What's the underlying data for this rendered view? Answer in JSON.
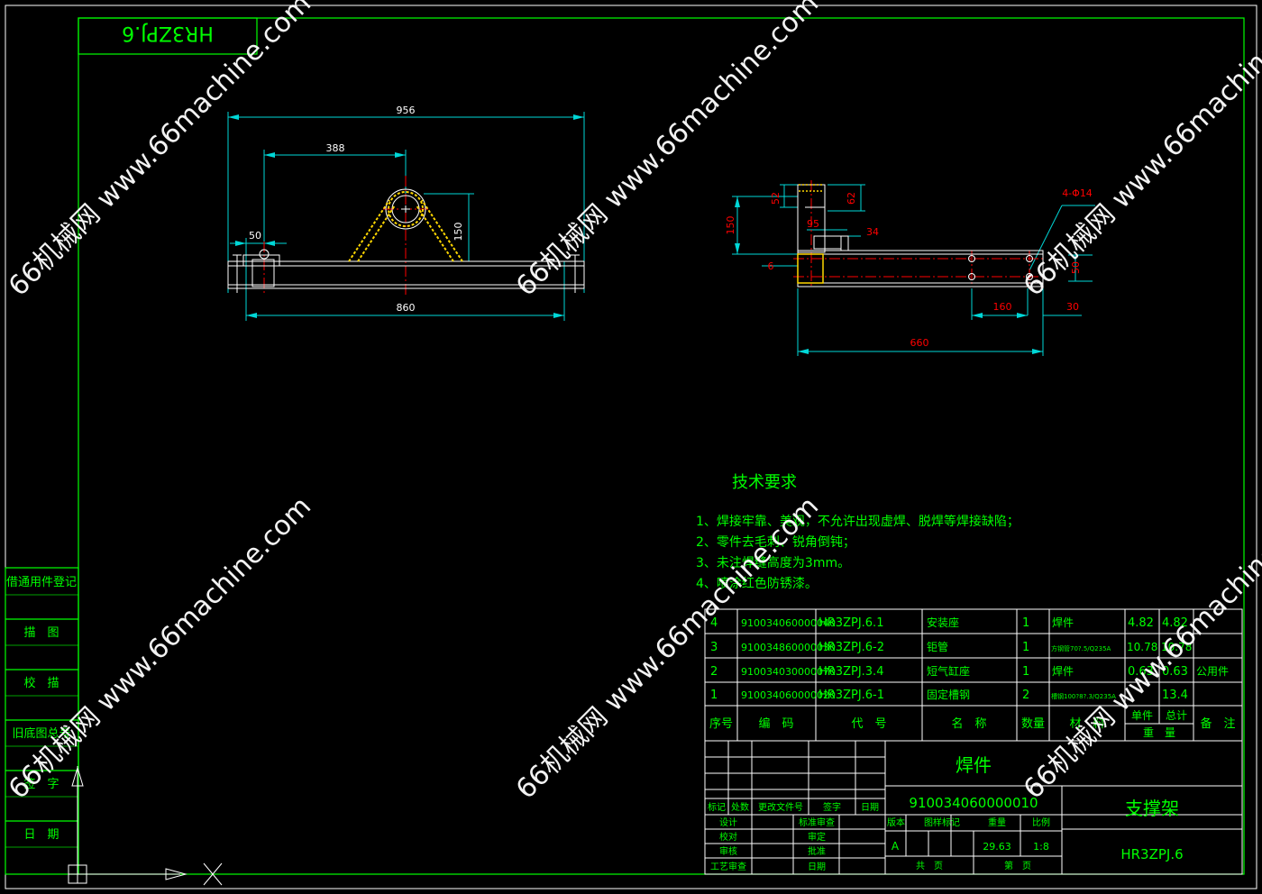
{
  "drawing": {
    "mirror_code": "HR3ZPJ.6",
    "colors": {
      "frame": "#00ff00",
      "dim": "#00d7d7",
      "center": "#ff0000",
      "part": "#ffffff",
      "weld": "#ffd700",
      "text_green": "#00ff00"
    }
  },
  "front_view": {
    "dims": {
      "overall": "956",
      "offset": "388",
      "foot": "50",
      "height": "150",
      "span": "860"
    }
  },
  "side_view": {
    "dims": {
      "d52": "52",
      "d62": "62",
      "d150": "150",
      "d95": "95",
      "d34": "34",
      "d6": "6",
      "holes": "4-Φ14",
      "d50": "50",
      "d160": "160",
      "d30": "30",
      "d660": "660"
    }
  },
  "tech": {
    "title": "技术要求",
    "lines": [
      "1、焊接牢靠、美观，不允许出现虚焊、脱焊等焊接缺陷；",
      "2、零件去毛刺、锐角倒钝；",
      "3、未注焊缝高度为3mm。",
      "4、喷涂红色防锈漆。"
    ]
  },
  "bom": {
    "rows": [
      {
        "no": "4",
        "code": "910034060000040",
        "drawing": "HR3ZPJ.6.1",
        "name": "安装座",
        "qty": "1",
        "material": "焊件",
        "unit": "4.82",
        "total": "4.82",
        "note": ""
      },
      {
        "no": "3",
        "code": "910034860000030",
        "drawing": "HR3ZPJ.6-2",
        "name": "钜管",
        "qty": "1",
        "material": "方钢管70?.5/Q235A",
        "unit": "10.78",
        "total": "10.78",
        "note": ""
      },
      {
        "no": "2",
        "code": "910034030000070",
        "drawing": "HR3ZPJ.3.4",
        "name": "短气缸座",
        "qty": "1",
        "material": "焊件",
        "unit": "0.63",
        "total": "0.63",
        "note": "公用件"
      },
      {
        "no": "1",
        "code": "910034060000020",
        "drawing": "HR3ZPJ.6-1",
        "name": "固定槽钢",
        "qty": "2",
        "material": "槽钢100?8?.3/Q235A",
        "unit": "",
        "total": "13.4",
        "note": ""
      }
    ],
    "headers": {
      "no": "序号",
      "code": "编　码",
      "drawing": "代　号",
      "name": "名　称",
      "qty": "数量",
      "material": "材　料",
      "unit": "单件",
      "total": "总计",
      "weight": "重　量",
      "note": "备　注"
    }
  },
  "title_block": {
    "part_type": "焊件",
    "part_code": "910034060000010",
    "part_name": "支撑架",
    "drawing_no": "HR3ZPJ.6",
    "revision": "A",
    "weight": "29.63",
    "scale": "1:8",
    "labels": {
      "mark": "标记",
      "count": "处数",
      "change_doc": "更改文件号",
      "sign": "签字",
      "date": "日期",
      "design": "设计",
      "proof": "校对",
      "review": "审核",
      "process": "工艺审查",
      "std_review": "标准审查",
      "approve_a": "审定",
      "approve_b": "批准",
      "date2": "日期",
      "stage": "版本",
      "stage_mark": "图样标记",
      "weight_label": "重量",
      "scale_label": "比例",
      "total_pages": "共　页",
      "page": "第　页"
    }
  },
  "side_strip": {
    "items": [
      "借通用件登记",
      "描　图",
      "校　描",
      "旧底图总号",
      "签　字",
      "日　期"
    ]
  },
  "watermark": {
    "text": "66机械网 www.66machine.com"
  }
}
